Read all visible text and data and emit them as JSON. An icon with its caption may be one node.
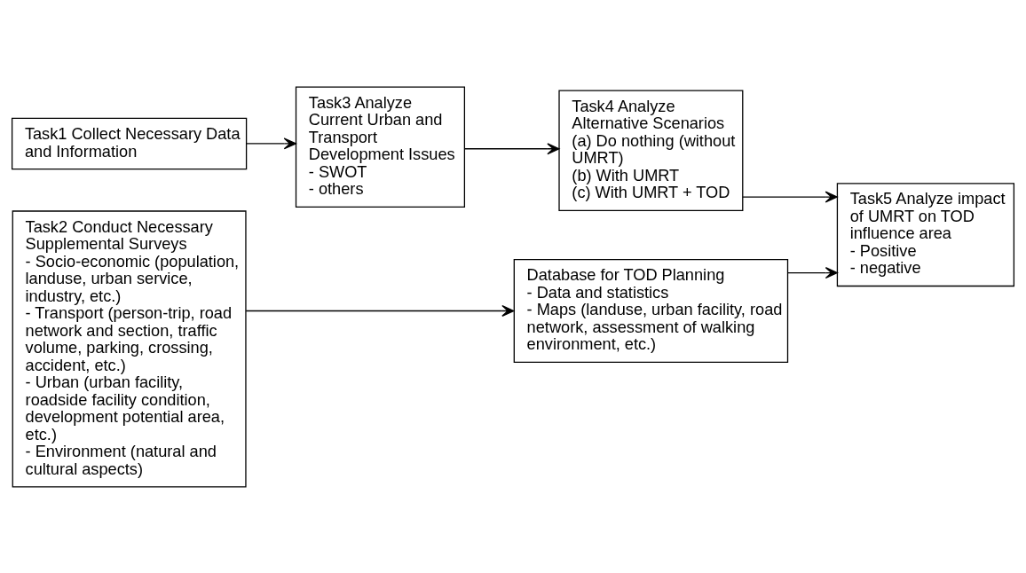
{
  "diagram": {
    "nodes": [
      {
        "text": [
          "Task1 Collect Necessary Data and Information"
        ]
      },
      {
        "text": [
          "Task2 Conduct Necessary Supplemental Surveys",
          "- Socio-economic (population, landuse, urban service, industry, etc.)",
          "- Transport (person-trip, road network and section, traffic volume, parking, crossing, accident, etc.)",
          "- Urban (urban facility, roadside facility condition, development potential area, etc.)",
          "- Environment (natural and cultural aspects)"
        ]
      },
      {
        "text": [
          "Task3 Analyze Current Urban and Transport Development Issues",
          "- SWOT",
          "- others"
        ]
      },
      {
        "text": [
          "Task4 Analyze Alternative Scenarios",
          "(a) Do nothing (without UMRT)",
          "(b) With UMRT",
          "(c) With UMRT + TOD"
        ]
      },
      {
        "text": [
          "Task5 Analyze impact of UMRT on TOD influence area",
          "- Positive",
          "- negative"
        ]
      },
      {
        "text": [
          "Database for TOD Planning",
          "- Data and statistics",
          "- Maps (landuse, urban facility, road network, assessment of walking environment, etc.)"
        ]
      }
    ],
    "edges": [
      {
        "from": 0,
        "to": 2,
        "arrow": "to"
      },
      {
        "from": 2,
        "to": 3,
        "arrow": "to"
      },
      {
        "from": 3,
        "to": 4,
        "arrow": "to"
      },
      {
        "from": 1,
        "to": 5,
        "arrow": "to"
      },
      {
        "from": 5,
        "to": 4,
        "arrow": "to"
      }
    ]
  }
}
